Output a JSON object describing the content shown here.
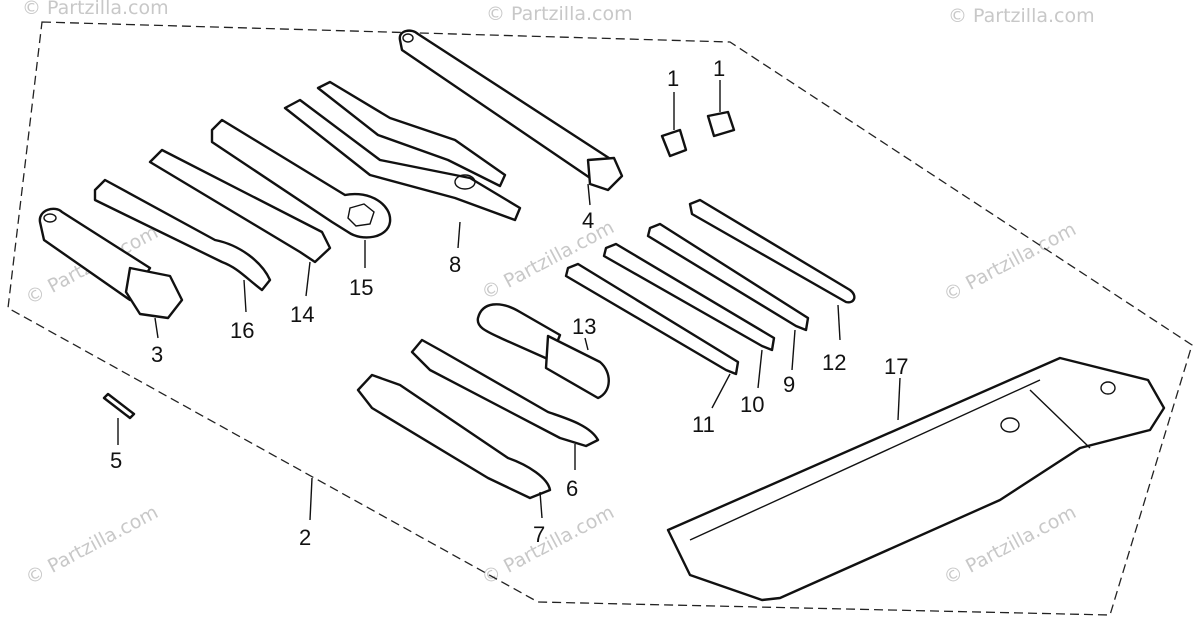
{
  "callouts": {
    "c1a": "1",
    "c1b": "1",
    "c2": "2",
    "c3": "3",
    "c4": "4",
    "c5": "5",
    "c6": "6",
    "c7": "7",
    "c8": "8",
    "c9": "9",
    "c10": "10",
    "c11": "11",
    "c12": "12",
    "c13": "13",
    "c14": "14",
    "c15": "15",
    "c16": "16",
    "c17": "17"
  },
  "watermark": "© Partzilla.com",
  "colors": {
    "line": "#111111",
    "watermark": "#c8c8c8",
    "background": "#ffffff"
  }
}
